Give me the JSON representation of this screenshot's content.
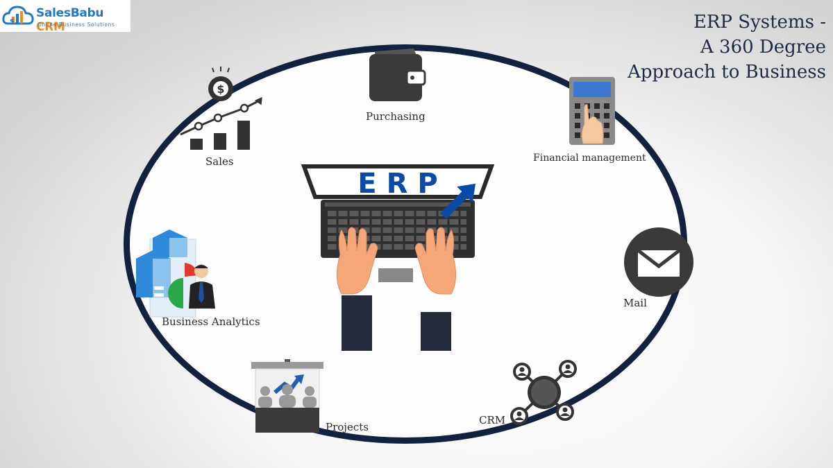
{
  "logo": {
    "brand": "SalesBabu",
    "brand_suffix": "CRM",
    "tagline": "Online Business Solutions"
  },
  "title": {
    "line1": "ERP Systems -",
    "line2": "A 360 Degree",
    "line3": "Approach to Business"
  },
  "center": {
    "screen_text": "ERP"
  },
  "modules": {
    "purchasing": "Purchasing",
    "financial": "Financial management",
    "sales": "Sales",
    "mail": "Mail",
    "analytics": "Business Analytics",
    "projects": "Projects",
    "crm": "CRM"
  },
  "colors": {
    "ring": "#12213f",
    "accent_blue": "#0a4aa8",
    "icon_dark": "#333333",
    "skin": "#f6a77a"
  }
}
